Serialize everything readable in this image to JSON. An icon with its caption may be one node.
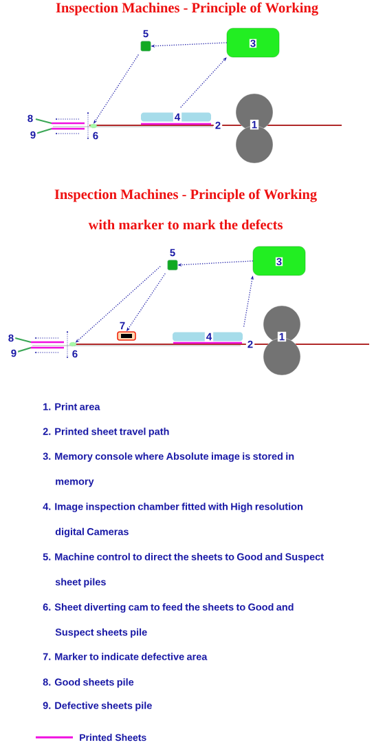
{
  "diagram": {
    "title": "Inspection Machines - Principle of Working",
    "nodes": [
      {
        "text": [
          "5"
        ]
      },
      {
        "text": [
          "3"
        ]
      },
      {
        "text": [
          "4"
        ]
      },
      {
        "text": [
          "1"
        ]
      },
      {
        "text": [
          "6"
        ]
      },
      {
        "text": [
          "5"
        ]
      },
      {
        "text": [
          "3"
        ]
      },
      {
        "text": [
          "7"
        ]
      },
      {
        "text": [
          "4"
        ]
      },
      {
        "text": [
          "1"
        ]
      },
      {
        "text": [
          "6"
        ]
      }
    ],
    "edges": [
      {
        "from": 1,
        "to": 0,
        "arrow": "to"
      },
      {
        "from": 0,
        "to": 4,
        "arrow": "to"
      },
      {
        "from": 2,
        "to": 1,
        "arrow": "to"
      },
      {
        "from": 6,
        "to": 5,
        "arrow": "to"
      },
      {
        "from": 5,
        "to": 10,
        "arrow": "to"
      },
      {
        "from": 5,
        "to": 7,
        "arrow": "to"
      },
      {
        "from": 8,
        "to": 6,
        "arrow": "to"
      }
    ],
    "labels": [
      "8",
      "9",
      "2",
      "Inspection Machines - Principle of Working",
      "with marker to mark the defects",
      "8",
      "9",
      "2",
      "1. Print area",
      "2. Printed sheet travel path",
      "3. Memory console where Absolute image is stored in memory",
      "4. Image inspection chamber fitted with High resolution digital Cameras",
      "5. Machine control to direct the sheets to Good and Suspect sheet piles",
      "6. Sheet diverting cam to feed the sheets to Good and Suspect sheets pile",
      "7. Marker to indicate defective area",
      "8. Good sheets pile",
      "9. Defective sheets pile"
    ],
    "legend": [
      {
        "text": "Printed Sheets"
      }
    ]
  }
}
